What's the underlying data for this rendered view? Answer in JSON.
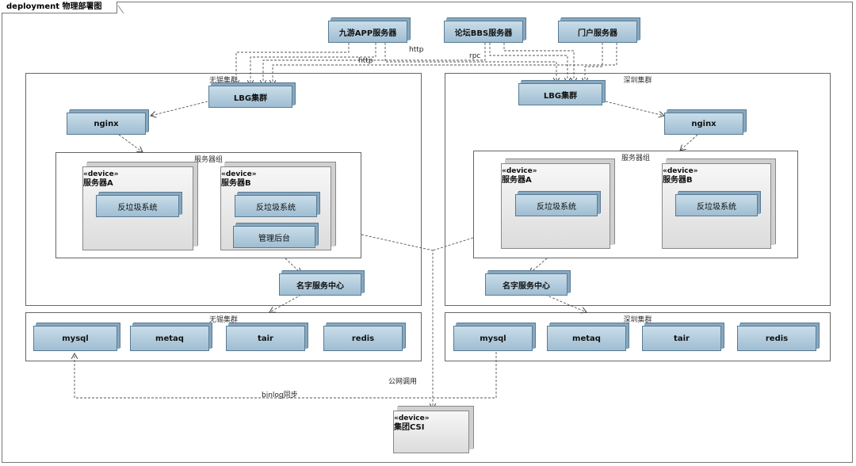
{
  "diagram": {
    "frame_title": "deployment 物理部署图",
    "top_services": {
      "app": "九游APP服务器",
      "bbs": "论坛BBS服务器",
      "portal": "门户服务器"
    },
    "edge_labels": {
      "http1": "http",
      "http2": "http",
      "rpc": "rpc",
      "public_call": "公网调用",
      "binlog": "binlog同步"
    },
    "wuxi": {
      "title": "无锡集群",
      "lbg": "LBG集群",
      "nginx": "nginx",
      "server_group_title": "服务器组",
      "server_a": {
        "stereotype": "«device»",
        "name": "服务器A",
        "module": "反垃圾系统"
      },
      "server_b": {
        "stereotype": "«device»",
        "name": "服务器B",
        "module1": "反垃圾系统",
        "module2": "管理后台"
      },
      "name_center": "名字服务中心",
      "storage_title": "无锡集群",
      "storage": [
        "mysql",
        "metaq",
        "tair",
        "redis"
      ]
    },
    "shenzhen": {
      "title": "深圳集群",
      "lbg": "LBG集群",
      "nginx": "nginx",
      "server_group_title": "服务器组",
      "server_a": {
        "stereotype": "«device»",
        "name": "服务器A",
        "module": "反垃圾系统"
      },
      "server_b": {
        "stereotype": "«device»",
        "name": "服务器B",
        "module": "反垃圾系统"
      },
      "name_center": "名字服务中心",
      "storage_title": "深圳集群",
      "storage": [
        "mysql",
        "metaq",
        "tair",
        "redis"
      ]
    },
    "csi": {
      "stereotype": "«device»",
      "name": "集团CSI"
    }
  }
}
